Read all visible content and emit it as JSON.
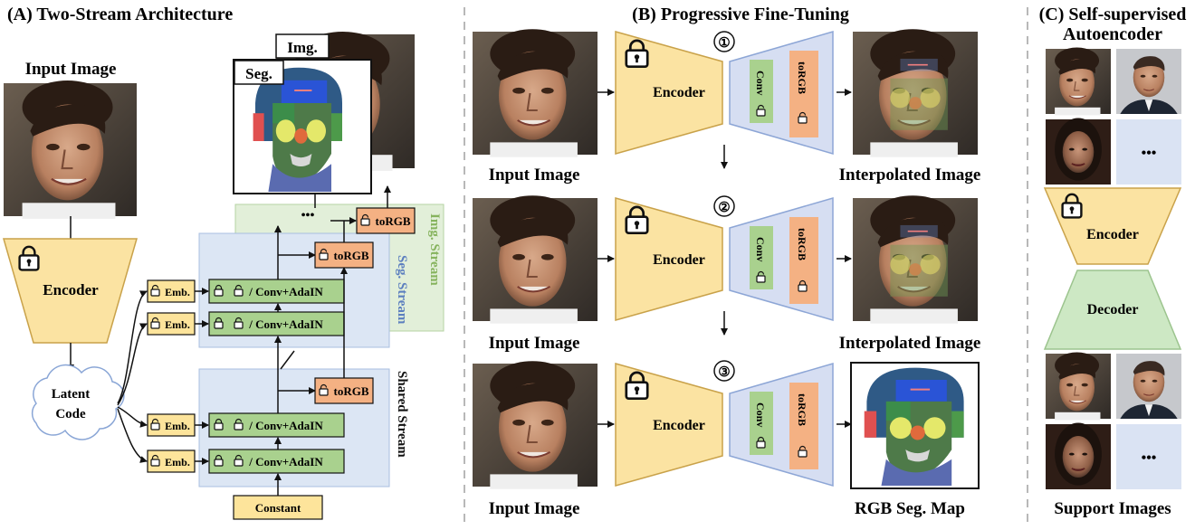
{
  "panels": {
    "a": {
      "title": "(A) Two-Stream Architecture"
    },
    "b": {
      "title": "(B) Progressive Fine-Tuning"
    },
    "c": {
      "title_line1": "(C) Self-supervised",
      "title_line2": "Autoencoder"
    }
  },
  "panel_a": {
    "input_label": "Input Image",
    "encoder": "Encoder",
    "latent_line1": "Latent",
    "latent_line2": "Code",
    "emb": "Emb.",
    "conv": "/  Conv+AdaIN",
    "torgb": "toRGB",
    "constant": "Constant",
    "dots": "•••",
    "img_tag": "Img.",
    "seg_tag": "Seg.",
    "img_stream": "Img. Stream",
    "seg_stream": "Seg. Stream",
    "shared_line1": "Shared Stream"
  },
  "panel_b": {
    "encoder": "Encoder",
    "conv": "Conv",
    "torgb": "toRGB",
    "steps": [
      {
        "num": "①",
        "input": "Input Image",
        "output": "Interpolated Image"
      },
      {
        "num": "②",
        "input": "Input Image",
        "output": "Interpolated Image"
      },
      {
        "num": "③",
        "input": "Input Image",
        "output": "RGB Seg. Map"
      }
    ]
  },
  "panel_c": {
    "encoder": "Encoder",
    "decoder": "Decoder",
    "dots": "•••",
    "support_label": "Support Images"
  },
  "colors": {
    "encoder_fill": "#fbe3a2",
    "decoder_fill": "#cde8c4",
    "generator_fill": "#d6def2",
    "conv_fill": "#a9d18e",
    "torgb_fill": "#f4b183",
    "emb_fill": "#fde49b",
    "seg_stream_fill": "#dce6f4",
    "img_stream_fill": "#e2efd9",
    "img_stream_text": "#86b35d",
    "seg_stream_text": "#5c7fbf",
    "support_placeholder": "#dae3f3"
  }
}
